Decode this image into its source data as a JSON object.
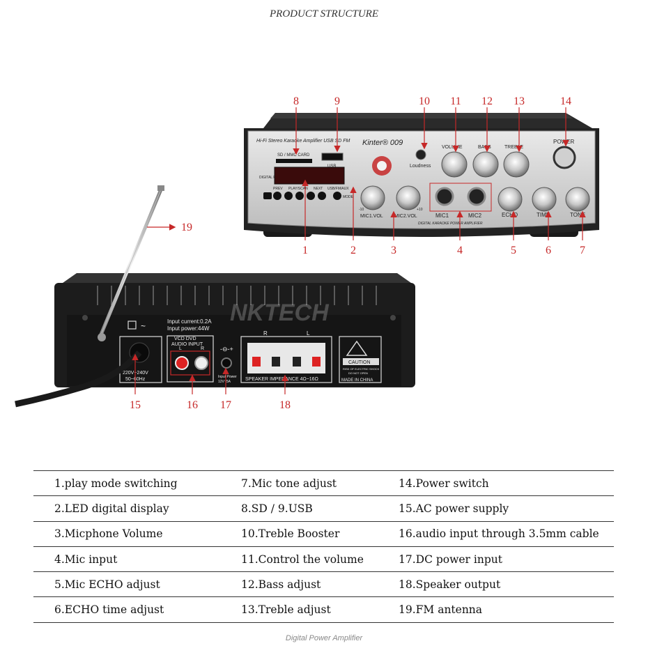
{
  "title": "PRODUCT STRUCTURE",
  "caption": "Digital Power Amplifier",
  "front_panel": {
    "top_text": "Hi-Fi Stereo Karaoke Amplifier USB SD FM",
    "sd_label": "SD / MMC CARD",
    "usb_label": "USB",
    "display_label": "DIGITAL PLAYER",
    "brand": "Kinter® 009",
    "loudness": "Loudness",
    "volume": "VOLUME",
    "bass": "BASS",
    "treble": "TREBLE",
    "power": "POWER",
    "buttons": [
      "PREV",
      "PLAY/SCAN",
      "NEXT",
      "USB/FM/AUX",
      "MODE"
    ],
    "mic1_vol": "MIC1.VOL",
    "mic2_vol": "MIC2.VOL",
    "mic1": "MIC1",
    "mic2": "MIC2",
    "echo": "ECHO",
    "time": "TIME",
    "tone": "TONE",
    "bottom_text": "DIGITAL KARAOKE POWER AMPLIFIER",
    "scale_min": "-10",
    "scale_max": "+10"
  },
  "rear_panel": {
    "watermark": "NKTECH",
    "input_current": "Input current:0.2A",
    "input_power": "Input power:44W",
    "voltage": "220V~240V",
    "frequency": "50~60Hz",
    "audio_input_1": "VCD DVD",
    "audio_input_2": "AUDIO INPUT",
    "left": "L",
    "right": "R",
    "dc_label": "Input Power",
    "dc_voltage": "12V~5A",
    "speaker": "SPEAKER  IMPEDANCE 4Ω~16Ω",
    "caution": "CAUTION",
    "caution_line1": "RISK OF ELECTRIC SHOCK",
    "caution_line2": "DO NOT OPEN",
    "made_in": "MADE IN CHINA"
  },
  "callouts": [
    "1",
    "2",
    "3",
    "4",
    "5",
    "6",
    "7",
    "8",
    "9",
    "10",
    "11",
    "12",
    "13",
    "14",
    "15",
    "16",
    "17",
    "18",
    "19"
  ],
  "legend": [
    [
      "1.play mode switching",
      "7.Mic tone adjust",
      "14.Power switch"
    ],
    [
      "2.LED digital display",
      "8.SD   /  9.USB",
      "15.AC power supply"
    ],
    [
      "3.Micphone Volume",
      "10.Treble Booster",
      "16.audio input through 3.5mm cable"
    ],
    [
      "4.Mic input",
      "11.Control the volume",
      "17.DC power input"
    ],
    [
      "5.Mic ECHO adjust",
      "12.Bass adjust",
      "18.Speaker output"
    ],
    [
      "6.ECHO time adjust",
      "13.Treble adjust",
      "19.FM antenna"
    ]
  ],
  "colors": {
    "callout": "#c62828",
    "chassis": "#1c1c1c",
    "panel": "#cfcfcf",
    "knob": "#bdbdbd"
  }
}
